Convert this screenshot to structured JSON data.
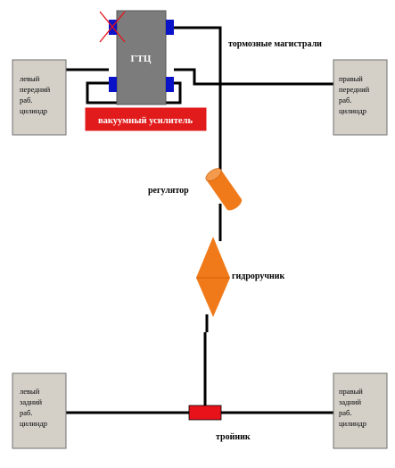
{
  "labels": {
    "master_cylinder": "ГТЦ",
    "brake_lines": "тормозные магистрали",
    "vacuum_booster": "вакуумный усилитель",
    "regulator": "регулятор",
    "hydraulic_handbrake": "гидроручник",
    "tee": "тройник"
  },
  "wheel_cylinders": {
    "front_left": [
      "левый",
      "передний",
      "раб.",
      "цилиндр"
    ],
    "front_right": [
      "правый",
      "передний",
      "раб.",
      "цилиндр"
    ],
    "rear_left": [
      "левый",
      "задний",
      "раб.",
      "цилиндр"
    ],
    "rear_right": [
      "правый",
      "задний",
      "раб.",
      "цилиндр"
    ]
  },
  "colors": {
    "cylinder_box": "#d4d0c8",
    "master_cylinder": "#7c7c7c",
    "port": "#0a13c8",
    "booster": "#e11b1b",
    "regulator": "#f07a1a",
    "tee": "#e8121a",
    "line": "#000000",
    "cross_mark": "#e8121a"
  }
}
